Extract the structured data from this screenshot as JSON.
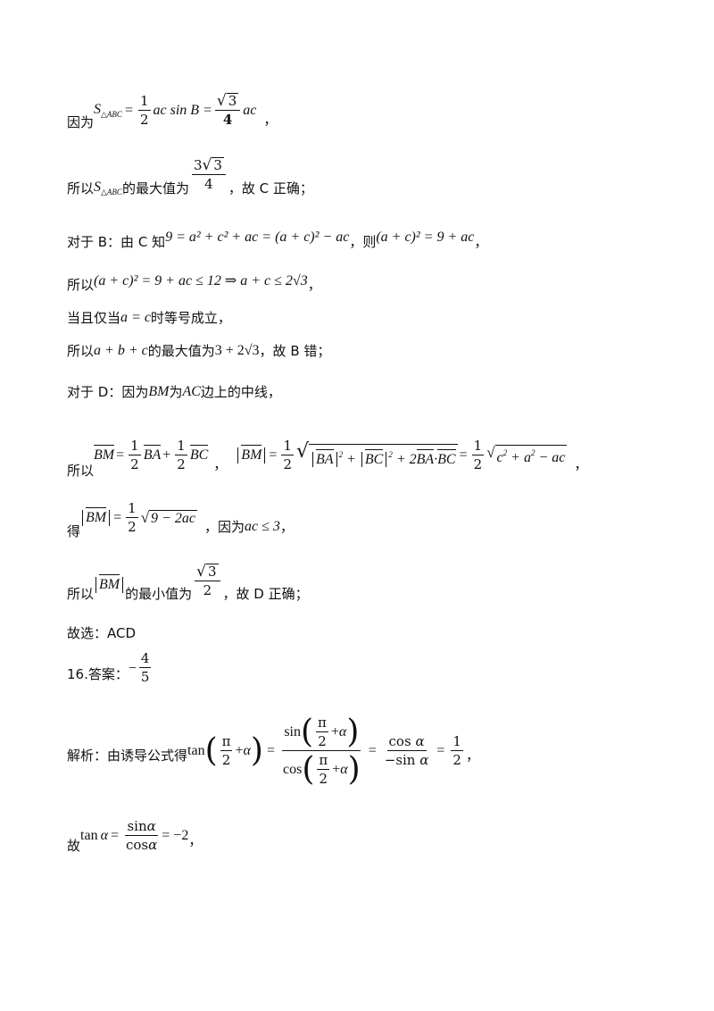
{
  "lines": {
    "l1_pre": "因为",
    "l1_post": "，",
    "l2_pre": "所以",
    "l2_mid": "的最大值为",
    "l2_post": "，故 C 正确；",
    "l3_pre": "对于 B：由 C 知",
    "l3_mid": "，则",
    "l3_post": "，",
    "l4_pre": "所以",
    "l4_post": "，",
    "l5_pre": "当且仅当",
    "l5_post": "时等号成立，",
    "l6_pre": "所以",
    "l6_mid": "的最大值为",
    "l6_post": "，故 B 错；",
    "l7_pre": "对于 D：因为",
    "l7_mid": "为",
    "l7_post": "边上的中线，",
    "l8_pre": "所以",
    "l8_mid": "，",
    "l8_post": "，",
    "l9_pre": "得",
    "l9_mid": "，因为",
    "l9_post": "，",
    "l10_pre": "所以",
    "l10_mid": "的最小值为",
    "l10_post": "，故 D 正确；",
    "l11": "故选：ACD",
    "l12_pre": "16.答案：",
    "l13_pre": "解析：由诱导公式得",
    "l13_post": "，",
    "l14_pre": "故",
    "l14_post": "，"
  },
  "math": {
    "half": "1",
    "two": "2",
    "four": "4",
    "three": "3",
    "five": "5",
    "sqrt3": "3",
    "minus": "−",
    "m_BM": "BM",
    "m_AC": "AC",
    "m_eq_ac_sinB": "ac sin B =",
    "m_ac": "ac",
    "m_l3a": "9 = a² + c² + ac = (a + c)² − ac",
    "m_l3b": "(a + c)² = 9 + ac",
    "m_l4": "(a + c)² = 9 + ac ≤ 12 ⇒ a + c ≤ 2√3",
    "m_l5": "a = c",
    "m_l6a": "a + b + c",
    "m_l6b": "3 + 2√3",
    "m_l9a": "9 − 2ac",
    "m_l9b": "ac ≤ 3",
    "m_l14": "= −2",
    "m_tan": "tan",
    "m_pi": "π",
    "m_alpha": "α",
    "m_sin": "sin",
    "m_cos": "cos"
  }
}
